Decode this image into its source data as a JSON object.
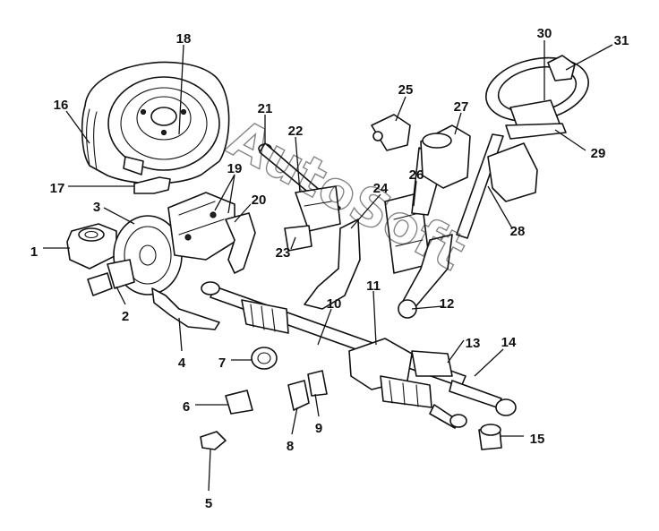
{
  "callouts": [
    {
      "id": 1,
      "label": "1"
    },
    {
      "id": 2,
      "label": "2"
    },
    {
      "id": 3,
      "label": "3"
    },
    {
      "id": 4,
      "label": "4"
    },
    {
      "id": 5,
      "label": "5"
    },
    {
      "id": 6,
      "label": "6"
    },
    {
      "id": 7,
      "label": "7"
    },
    {
      "id": 8,
      "label": "8"
    },
    {
      "id": 9,
      "label": "9"
    },
    {
      "id": 10,
      "label": "10"
    },
    {
      "id": 11,
      "label": "11"
    },
    {
      "id": 12,
      "label": "12"
    },
    {
      "id": 13,
      "label": "13"
    },
    {
      "id": 14,
      "label": "14"
    },
    {
      "id": 15,
      "label": "15"
    },
    {
      "id": 16,
      "label": "16"
    },
    {
      "id": 17,
      "label": "17"
    },
    {
      "id": 18,
      "label": "18"
    },
    {
      "id": 19,
      "label": "19"
    },
    {
      "id": 20,
      "label": "20"
    },
    {
      "id": 21,
      "label": "21"
    },
    {
      "id": 22,
      "label": "22"
    },
    {
      "id": 23,
      "label": "23"
    },
    {
      "id": 24,
      "label": "24"
    },
    {
      "id": 25,
      "label": "25"
    },
    {
      "id": 26,
      "label": "26"
    },
    {
      "id": 27,
      "label": "27"
    },
    {
      "id": 28,
      "label": "28"
    },
    {
      "id": 29,
      "label": "29"
    },
    {
      "id": 30,
      "label": "30"
    },
    {
      "id": 31,
      "label": "31"
    }
  ],
  "watermark": {
    "text": "AutoSoft"
  },
  "colors": {
    "line": "#111111",
    "background": "#ffffff"
  }
}
